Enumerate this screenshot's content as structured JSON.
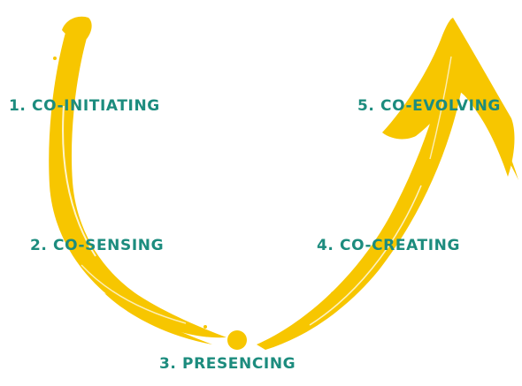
{
  "colors": {
    "accent": "#F7C600",
    "label": "#1C8C7E",
    "background": "#FFFFFF"
  },
  "stages": [
    {
      "label": "1. CO-INITIATING"
    },
    {
      "label": "2. CO-SENSING"
    },
    {
      "label": "3. PRESENCING"
    },
    {
      "label": "4. CO-CREATING"
    },
    {
      "label": "5. CO-EVOLVING"
    }
  ]
}
